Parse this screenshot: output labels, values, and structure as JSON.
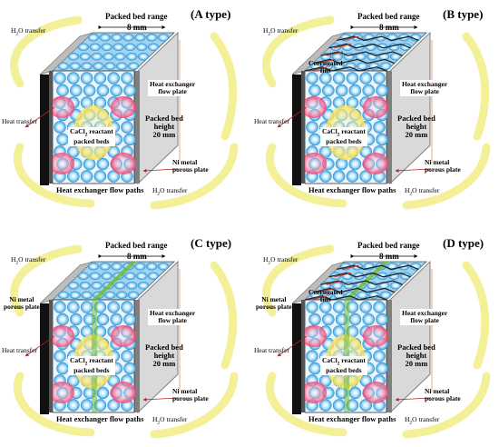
{
  "panels": [
    {
      "id": "A",
      "title": "(A type)",
      "h2o_top": "H2O transfer",
      "h2o_bottom": "H2O transfer",
      "range_label": "Packed bed range",
      "range_value": "8 mm",
      "plate_label": "Heat exchanger\nflow plate",
      "height_label": "Packed bed\nheight\n20 mm",
      "heat_transfer": "Heat transfer",
      "reactant_label": "CaCl2 reactant\npacked beds",
      "ni_right": "Ni metal\nporous plate",
      "flow_paths": "Heat exchanger flow paths",
      "fins": false,
      "ni_left": false,
      "fins_label": "",
      "ni_left_label": ""
    },
    {
      "id": "B",
      "title": "(B type)",
      "h2o_top": "H2O transfer",
      "h2o_bottom": "H2O transfer",
      "range_label": "Packed bed range",
      "range_value": "8 mm",
      "plate_label": "Heat exchanger\nflow plate",
      "height_label": "Packed bed\nheight\n20 mm",
      "heat_transfer": "Heat transfer",
      "reactant_label": "CaCl2 reactant\npacked beds",
      "ni_right": "Ni metal\nporous plate",
      "flow_paths": "Heat exchanger flow paths",
      "fins": true,
      "ni_left": false,
      "fins_label": "Corrugated\nfins",
      "ni_left_label": ""
    },
    {
      "id": "C",
      "title": "(C type)",
      "h2o_top": "H2O transfer",
      "h2o_bottom": "H2O transfer",
      "range_label": "Packed bed range",
      "range_value": "8 mm",
      "plate_label": "Heat exchanger\nflow plate",
      "height_label": "Packed bed\nheight\n20 mm",
      "heat_transfer": "Heat transfer",
      "reactant_label": "CaCl2 reactant\npacked beds",
      "ni_right": "Ni metal\nporous plate",
      "flow_paths": "Heat exchanger flow paths",
      "fins": false,
      "ni_left": true,
      "fins_label": "",
      "ni_left_label": "Ni metal\nporous plate"
    },
    {
      "id": "D",
      "title": "(D type)",
      "h2o_top": "H2O transfer",
      "h2o_bottom": "H2O transfer",
      "range_label": "Packed bed range",
      "range_value": "8 mm",
      "plate_label": "Heat exchanger\nflow plate",
      "height_label": "Packed bed\nheight\n20 mm",
      "heat_transfer": "Heat transfer",
      "reactant_label": "CaCl2 reactant\npacked beds",
      "ni_right": "Ni metal\nporous plate",
      "flow_paths": "Heat exchanger flow paths",
      "fins": true,
      "ni_left": true,
      "fins_label": "Corrugated\nfins",
      "ni_left_label": "Ni metal\nporous plate"
    }
  ],
  "colors": {
    "arc": "#f3ee8c",
    "plate_face": "#d9d9d9",
    "plate_dark": "#7f7f7f",
    "black_plate": "#111111",
    "bead": "#3aa0e0",
    "bead_light": "#c9ecff",
    "hot": "#ff3b6b",
    "warm": "#ffe24a",
    "fin_green": "#6dbb3a",
    "fin_red": "#c0392b",
    "orange_line": "#d2691e",
    "arrow_red": "#b22222"
  }
}
